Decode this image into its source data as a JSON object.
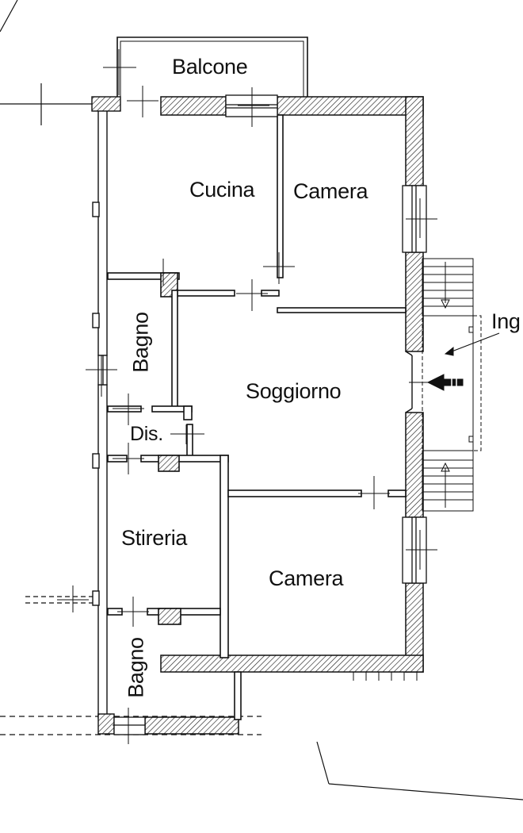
{
  "rooms": {
    "balcone": "Balcone",
    "cucina": "Cucina",
    "camera_top": "Camera",
    "bagno_top": "Bagno",
    "soggiorno": "Soggiorno",
    "dis": "Dis.",
    "stireria": "Stireria",
    "camera_bottom": "Camera",
    "bagno_bottom": "Bagno"
  },
  "entrance_label": "Ing",
  "colors": {
    "wall": "#111111",
    "background": "#ffffff"
  }
}
